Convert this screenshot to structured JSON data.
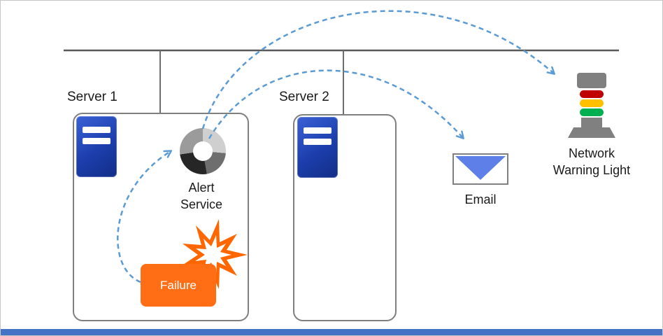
{
  "servers": [
    {
      "label": "Server 1"
    },
    {
      "label": "Server 2"
    }
  ],
  "alert_service": {
    "label": "Alert\nService"
  },
  "failure": {
    "label": "Failure"
  },
  "email": {
    "label": "Email"
  },
  "warning_light": {
    "label": "Network\nWarning Light"
  },
  "icons": {
    "server": "server-icon",
    "alert_service": "donut-icon",
    "failure_burst": "explosion-icon",
    "email": "envelope-icon",
    "warning_light": "stack-light-icon"
  },
  "colors": {
    "arrow_blue": "#5B9BD5",
    "failure_orange": "#FF6E14",
    "burst_orange": "#FF6600",
    "server_blue": "#1C3EAC",
    "email_flap_blue": "#5E7FE8",
    "light_red": "#C00000",
    "light_yellow": "#FFC000",
    "light_green": "#00B050",
    "hardware_gray": "#808080",
    "bus_gray": "#595959",
    "box_border_gray": "#7F7F7F",
    "footer_bar_blue": "#4472C4"
  }
}
